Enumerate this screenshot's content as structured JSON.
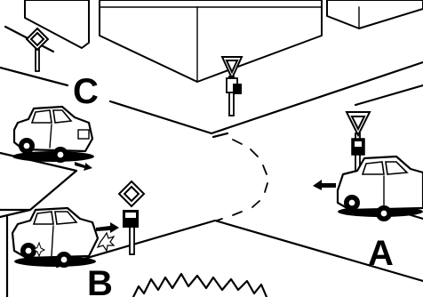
{
  "labels": {
    "a": "A",
    "b": "B",
    "c": "C"
  },
  "signs": {
    "priority_road": "priority-road-sign",
    "yield": "yield-sign"
  },
  "colors": {
    "ink": "#000000",
    "paper": "#ffffff"
  }
}
